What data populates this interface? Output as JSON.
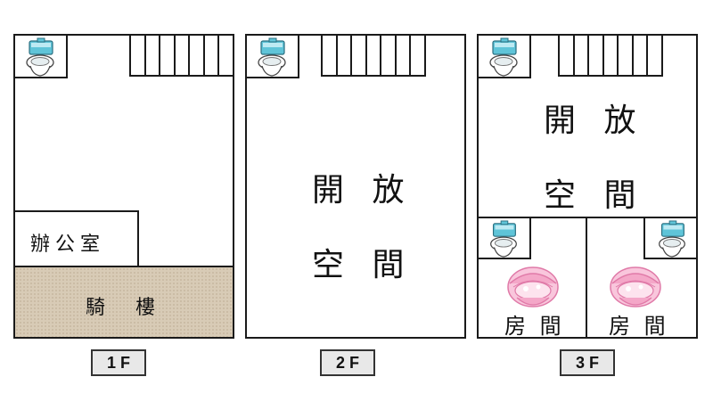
{
  "floor1": {
    "label": "1 F",
    "office": "辦公室",
    "arcade": "騎　樓"
  },
  "floor2": {
    "label": "2 F",
    "open_line1": "開 放",
    "open_line2": "空 間"
  },
  "floor3": {
    "label": "3 F",
    "open_line1": "開 放",
    "open_line2": "空 間",
    "room_left": "房 間",
    "room_right": "房 間"
  },
  "colors": {
    "arcade_fill": "#d8cbb6",
    "toilet_blue": "#5fc4d8",
    "cradle_pink": "#f4a7c8"
  }
}
